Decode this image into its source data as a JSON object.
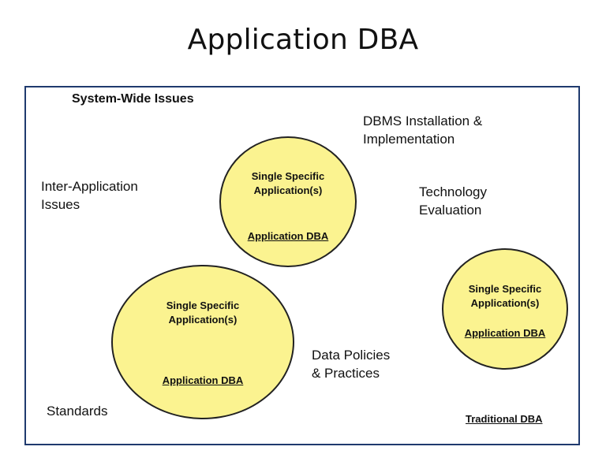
{
  "title": "Application DBA",
  "frame": {
    "heading": "System-Wide Issues",
    "labels": {
      "dbms": [
        "DBMS Installation &",
        "Implementation"
      ],
      "inter_app": [
        "Inter-Application",
        "Issues"
      ],
      "tech_eval": [
        "Technology",
        "Evaluation"
      ],
      "data_policies": [
        "Data Policies",
        "& Practices"
      ],
      "standards": "Standards"
    },
    "circles": [
      {
        "line1": "Single Specific",
        "line2": "Application(s)",
        "role": "Application DBA"
      },
      {
        "line1": "Single Specific",
        "line2": "Application(s)",
        "role": "Application DBA"
      },
      {
        "line1": "Single Specific",
        "line2": "Application(s)",
        "role": "Application DBA"
      }
    ],
    "footer": "Traditional DBA"
  },
  "colors": {
    "circle_fill": "#fbf390",
    "frame_border": "#1f3a6e"
  }
}
